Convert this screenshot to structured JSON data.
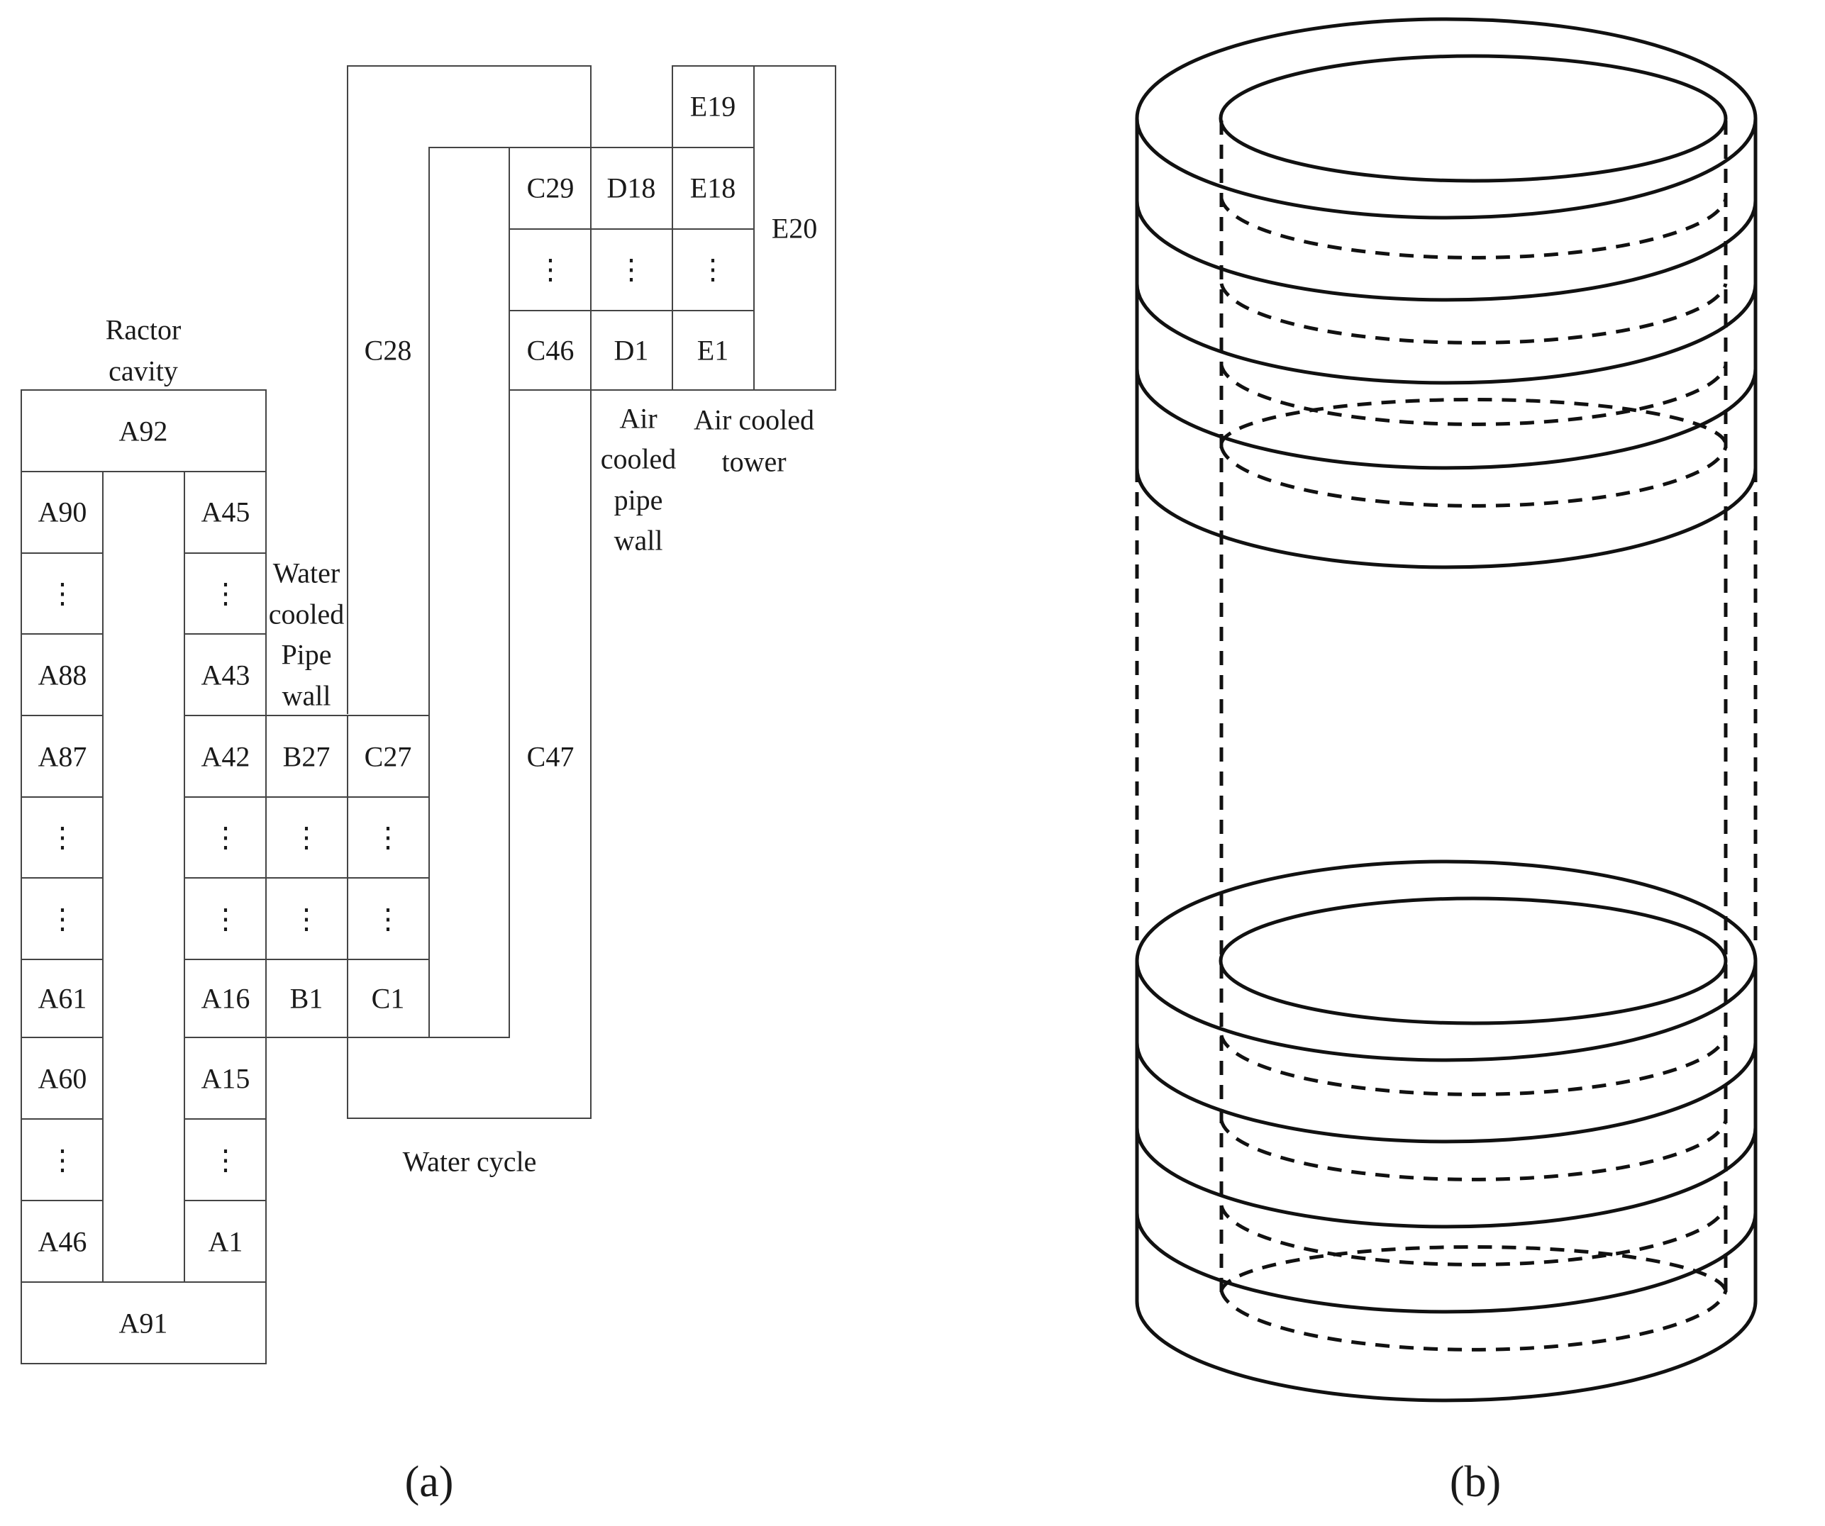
{
  "panel_a": {
    "caption": "(a)",
    "cells": {
      "a92": "A92",
      "a90": "A90",
      "a88": "A88",
      "a87": "A87",
      "a61": "A61",
      "a60": "A60",
      "a46": "A46",
      "a91": "A91",
      "a45": "A45",
      "a43": "A43",
      "a42": "A42",
      "a16": "A16",
      "a15": "A15",
      "a1": "A1",
      "b27": "B27",
      "b1": "B1",
      "c27": "C27",
      "c1": "C1",
      "c28": "C28",
      "c47": "C47",
      "c29": "C29",
      "c46": "C46",
      "d18": "D18",
      "d1": "D1",
      "e19": "E19",
      "e18": "E18",
      "e1": "E1",
      "e20": "E20"
    },
    "ellipsis": "⋮",
    "labels": {
      "reactor_cavity": [
        "Ractor",
        "cavity"
      ],
      "water_cooled_pipe_wall": [
        "Water",
        "cooled",
        "Pipe",
        "wall"
      ],
      "air_cooled_pipe_wall": [
        "Air",
        "cooled",
        "pipe",
        "wall"
      ],
      "air_cooled_tower": [
        "Air cooled",
        "tower"
      ],
      "water_cycle": "Water cycle"
    }
  },
  "panel_b": {
    "caption": "(b)"
  }
}
